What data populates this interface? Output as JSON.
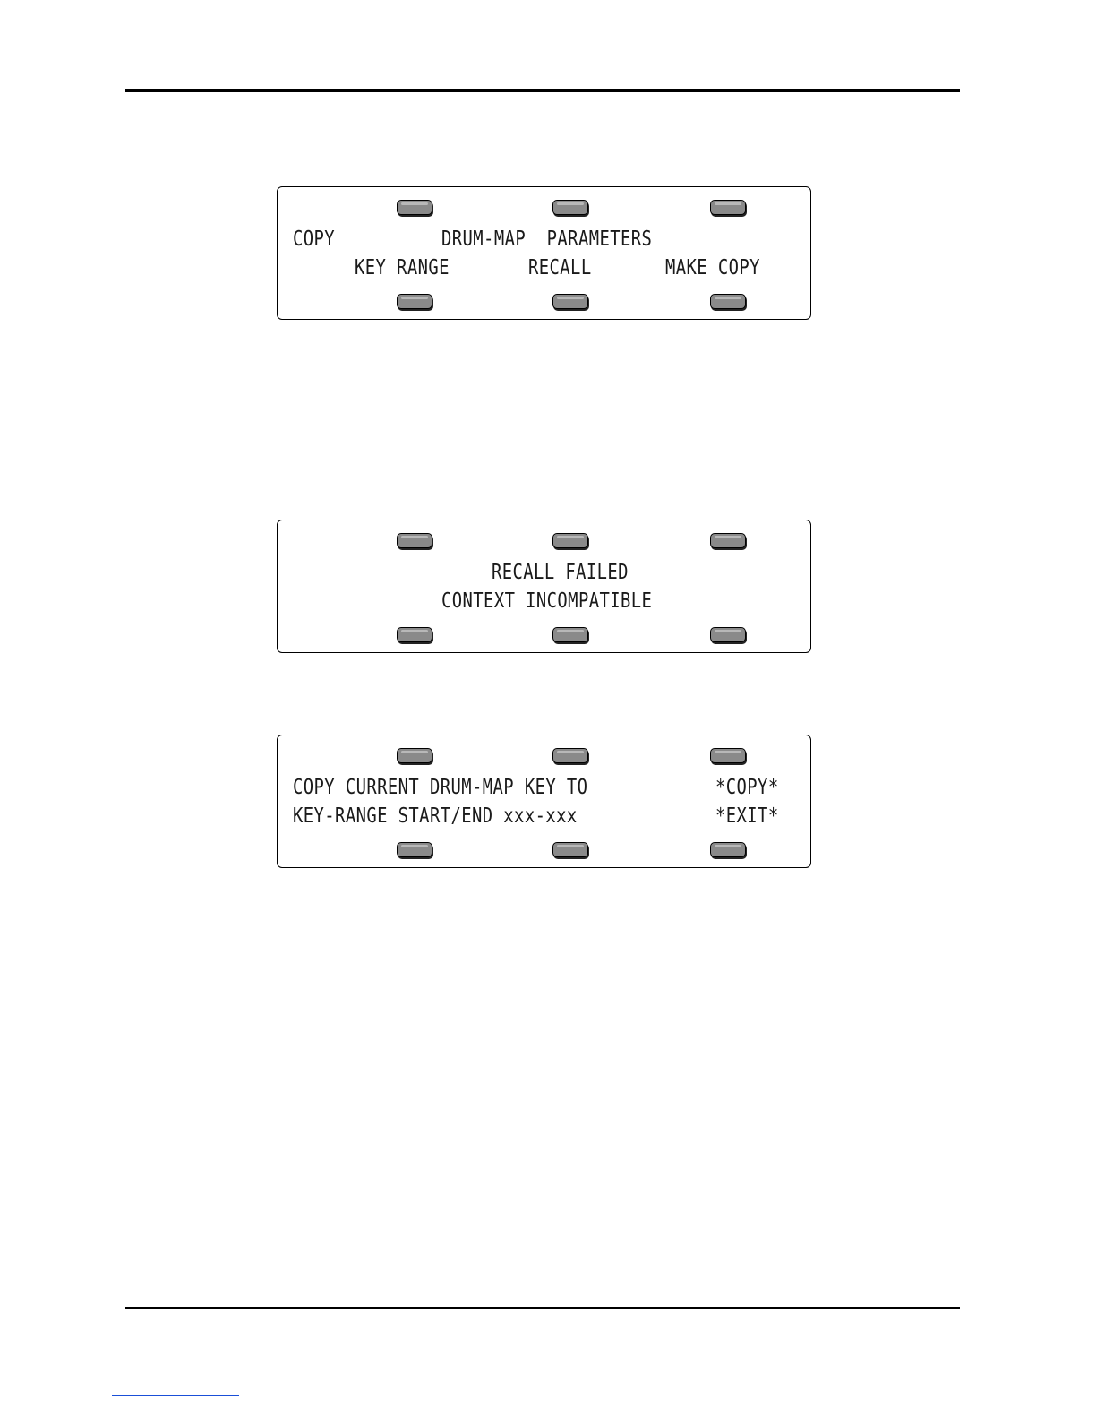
{
  "panel_1": {
    "line1_left": "COPY",
    "line1_title": "DRUM-MAP  PARAMETERS",
    "softkey_1": "KEY RANGE",
    "softkey_2": "RECALL",
    "softkey_3": "MAKE COPY"
  },
  "panel_2": {
    "line1": "RECALL FAILED",
    "line2": "CONTEXT INCOMPATIBLE"
  },
  "panel_3": {
    "line1_text": "COPY CURRENT DRUM-MAP KEY TO",
    "line1_action": "*COPY*",
    "line2_text": "KEY-RANGE START/END xxx-xxx",
    "line2_action": "*EXIT*"
  }
}
